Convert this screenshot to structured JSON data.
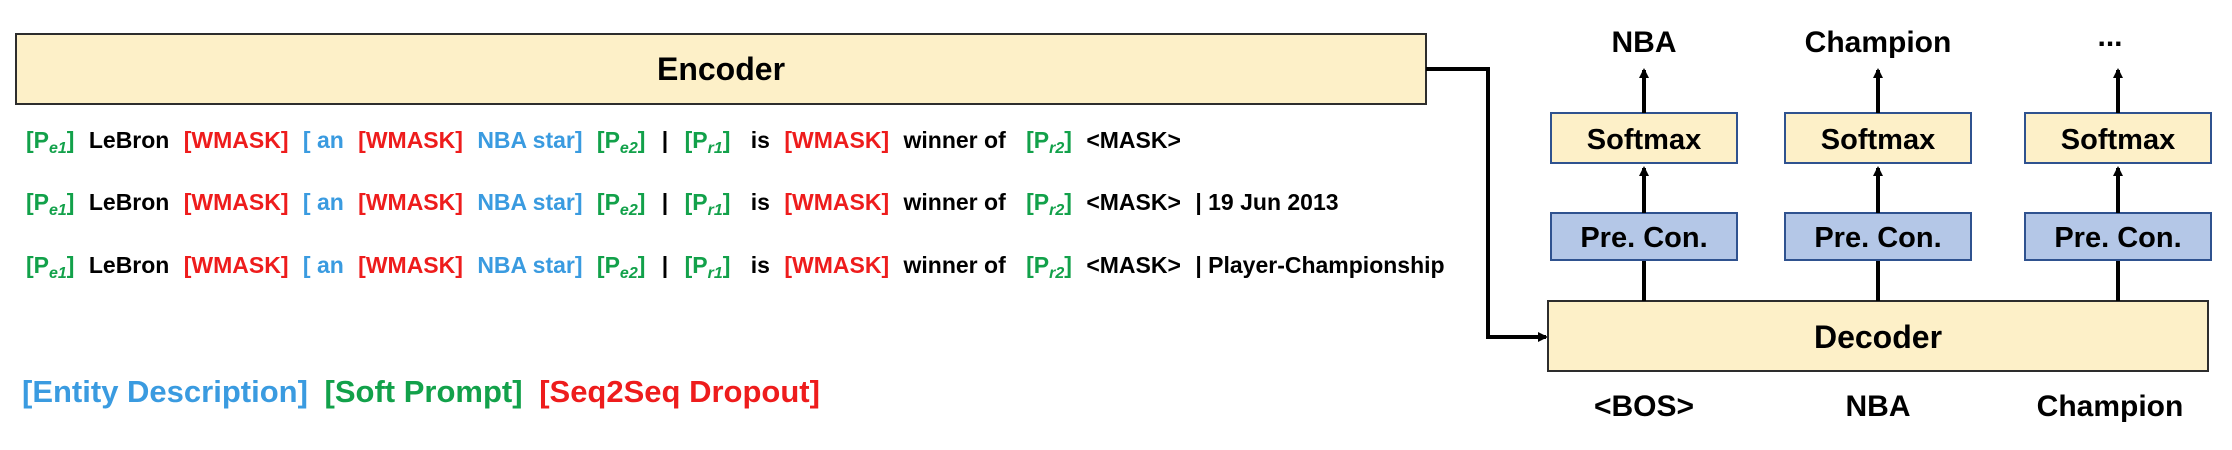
{
  "encoder": {
    "label": "Encoder"
  },
  "decoder": {
    "label": "Decoder"
  },
  "outputs": [
    "NBA",
    "Champion",
    "..."
  ],
  "softmax_label": "Softmax",
  "precon_label": "Pre. Con.",
  "decoder_inputs": [
    "<BOS>",
    "NBA",
    "Champion"
  ],
  "prompt_tokens": {
    "p_bracket_open": "[P",
    "p_bracket_close": "]",
    "e1_sub": "e1",
    "e2_sub": "e2",
    "r1_sub": "r1",
    "r2_sub": "r2",
    "lebron": "LeBron",
    "wmask": "[WMASK]",
    "desc_open": "[ an",
    "nba_star": "NBA star]",
    "pipe": "|",
    "is": "is",
    "winner_of": "winner of",
    "mask": "<MASK>"
  },
  "line_suffixes": [
    "",
    "| 19 Jun 2013",
    "| Player-Championship"
  ],
  "legend": {
    "entity_description": "[Entity Description]",
    "soft_prompt": "[Soft Prompt]",
    "seq2seq_dropout": "[Seq2Seq Dropout]"
  },
  "colors": {
    "box_fill": "#fdf0c8",
    "box_stroke": "#2d2d2d",
    "precon_fill": "#b4c7e7",
    "precon_stroke": "#2f528f",
    "entity_description": "#3a9be0",
    "soft_prompt": "#12a14a",
    "seq2seq_dropout": "#ee1c1c"
  }
}
